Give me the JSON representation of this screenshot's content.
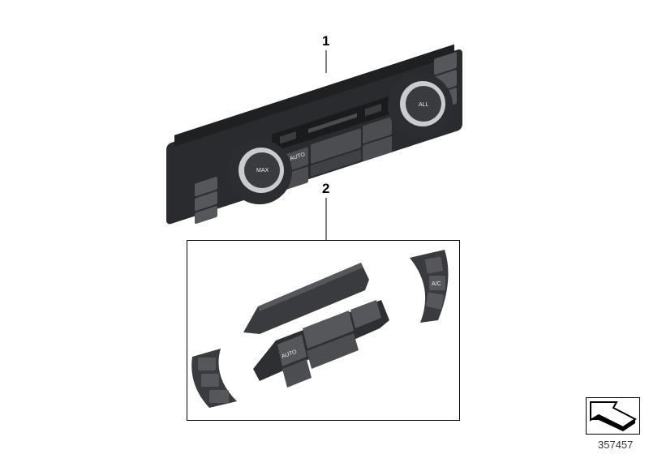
{
  "callouts": [
    {
      "number": "1"
    },
    {
      "number": "2"
    }
  ],
  "part1_buttons": {
    "left_knob": "MAX",
    "auto": "AUTO",
    "right_knob": "ALL"
  },
  "part2_buttons": {
    "auto": "AUTO",
    "ac": "A/C"
  },
  "catalog_number": "357457",
  "colors": {
    "panel": "#3a3b3e",
    "panel_dark": "#232427",
    "button": "#55575b",
    "chrome": "#c9cbce",
    "frame": "#000000"
  },
  "icons": [
    "navigation-arrow-icon"
  ]
}
